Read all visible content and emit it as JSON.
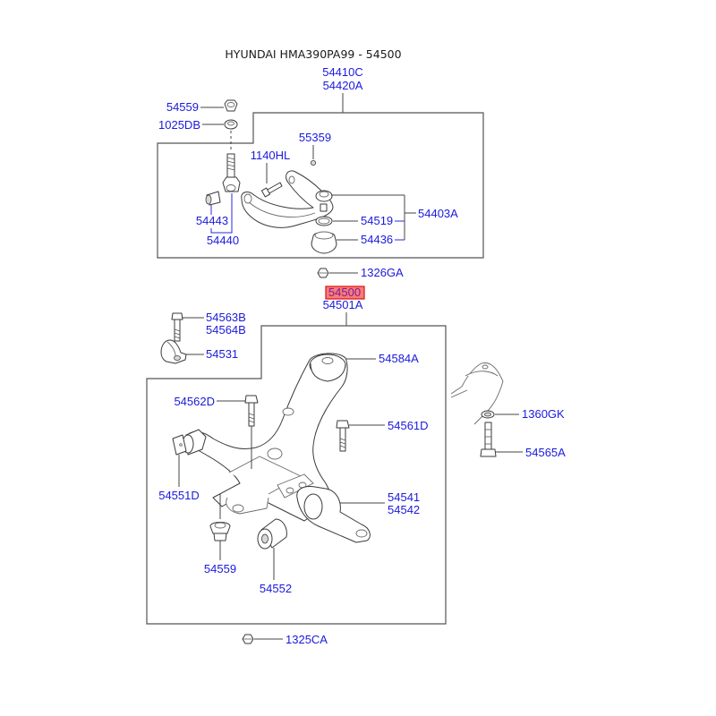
{
  "title": "HYUNDAI HMA390PA99 - 54500",
  "highlight_color": "#f47c7c",
  "label_color": "#1a1adc",
  "upper_arm_group": {
    "assembly_labels": [
      "54410C",
      "54420A"
    ],
    "parts": {
      "nut_top": "54559",
      "washer_top": "1025DB",
      "bolt_bushing_side": "1140HL",
      "grease_fitting": "55359",
      "bushing": "54443",
      "bushing_pair": "54440",
      "ball_joint_ring": "54519",
      "ball_joint_boot": "54436",
      "ball_joint_assy": "54403A"
    }
  },
  "nut_between": "1326GA",
  "lower_arm_group": {
    "selected_label": "54500",
    "assembly_label": "54501A",
    "parts": {
      "bolt_a": "54563B",
      "bolt_b": "54564B",
      "bracket": "54531",
      "front_bushing": "54584A",
      "bolt_left": "54562D",
      "bolt_right": "54561D",
      "rear_bushing_left": "54551D",
      "bracket_right_1": "54541",
      "bracket_right_2": "54542",
      "nut_lower": "54559",
      "bushing_lower": "54552"
    }
  },
  "knuckle_group": {
    "washer": "1360GK",
    "bolt": "54565A"
  },
  "nut_bottom": "1325CA"
}
